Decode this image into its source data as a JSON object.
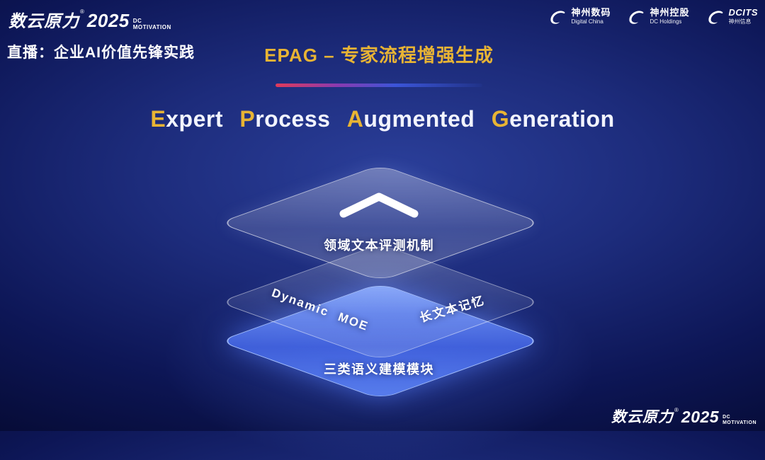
{
  "header": {
    "brand": {
      "name": "数云原力",
      "reg": "®",
      "year": "2025",
      "sub_top": "DC",
      "sub_bottom": "MOTIVATION"
    },
    "live_label": "直播：企业AI价值先锋实践",
    "page_title": "EPAG – 专家流程增强生成",
    "partners": [
      {
        "line1": "神州数码",
        "line2": "Digital China"
      },
      {
        "line1": "神州控股",
        "line2": "DC Holdings"
      },
      {
        "line1": "DCITS",
        "line2": "神州信息"
      }
    ]
  },
  "main": {
    "title_parts": {
      "c1": "E",
      "r1": "xpert",
      "c2": "P",
      "r2": "rocess",
      "c3": "A",
      "r3": "ugmented",
      "c4": "G",
      "r4": "eneration"
    },
    "layers": {
      "top_label": "领域文本评测机制",
      "middle_left_label": "Dynamic MOE",
      "middle_right_label": "长文本记忆",
      "bottom_label": "三类语义建模模块"
    }
  },
  "footer": {
    "brand": {
      "name": "数云原力",
      "reg": "®",
      "year": "2025",
      "sub_top": "DC",
      "sub_bottom": "MOTIVATION"
    }
  },
  "icons": {
    "chevron": "chevron-up",
    "partner_mark": "swoosh"
  },
  "colors": {
    "accent_gold": "#e8b434",
    "background_navy": "#0d1656",
    "layer_blue": "#5b82f2",
    "divider_left": "#e03a5a",
    "divider_right": "#3b55d8"
  }
}
